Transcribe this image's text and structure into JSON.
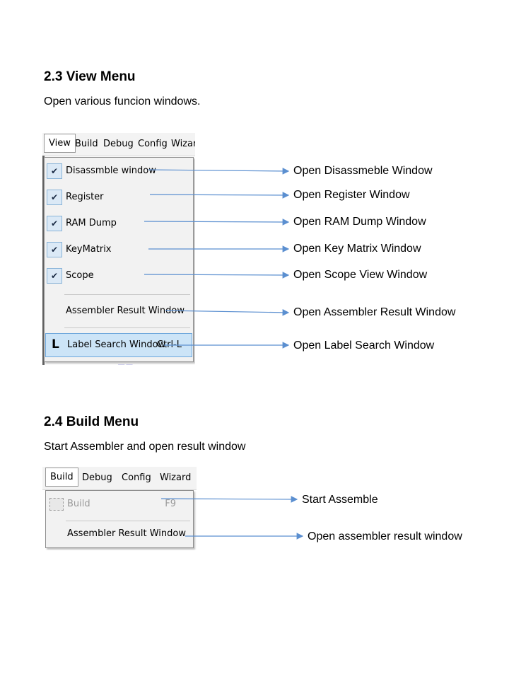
{
  "section_view": {
    "heading": "2.3 View Menu",
    "description": "Open various funcion windows.",
    "menubar": [
      "View",
      "Build",
      "Debug",
      "Config",
      "Wizar"
    ],
    "items": [
      {
        "label": "Disassmble window",
        "checked": true,
        "shortcut": ""
      },
      {
        "label": "Register",
        "checked": true,
        "shortcut": ""
      },
      {
        "label": "RAM Dump",
        "checked": true,
        "shortcut": ""
      },
      {
        "label": "KeyMatrix",
        "checked": true,
        "shortcut": ""
      },
      {
        "label": "Scope",
        "checked": true,
        "shortcut": ""
      },
      {
        "label": "Assembler Result Window",
        "checked": false,
        "shortcut": ""
      },
      {
        "label": "Label Search Window",
        "checked": false,
        "shortcut": "Ctrl-L",
        "highlighted": true,
        "icon_letter": "L"
      }
    ],
    "callouts": [
      "Open Disassmeble Window",
      "Open Register Window",
      "Open RAM Dump Window",
      "Open Key Matrix Window",
      "Open Scope View Window",
      "Open Assembler Result Window",
      "Open Label Search Window"
    ]
  },
  "section_build": {
    "heading": "2.4 Build Menu",
    "description": "Start Assembler and open result window",
    "menubar": [
      "Build",
      "Debug",
      "Config",
      "Wizard"
    ],
    "items": [
      {
        "label": "Build",
        "shortcut": "F9",
        "disabled": true
      },
      {
        "label": "Assembler Result Window",
        "shortcut": "",
        "disabled": false
      }
    ],
    "callouts": [
      "Start Assemble",
      "Open assembler result window"
    ]
  },
  "colors": {
    "arrow": "#5b8fd0",
    "highlight": "#cce4f7",
    "check_bg": "#dbe9f6"
  }
}
